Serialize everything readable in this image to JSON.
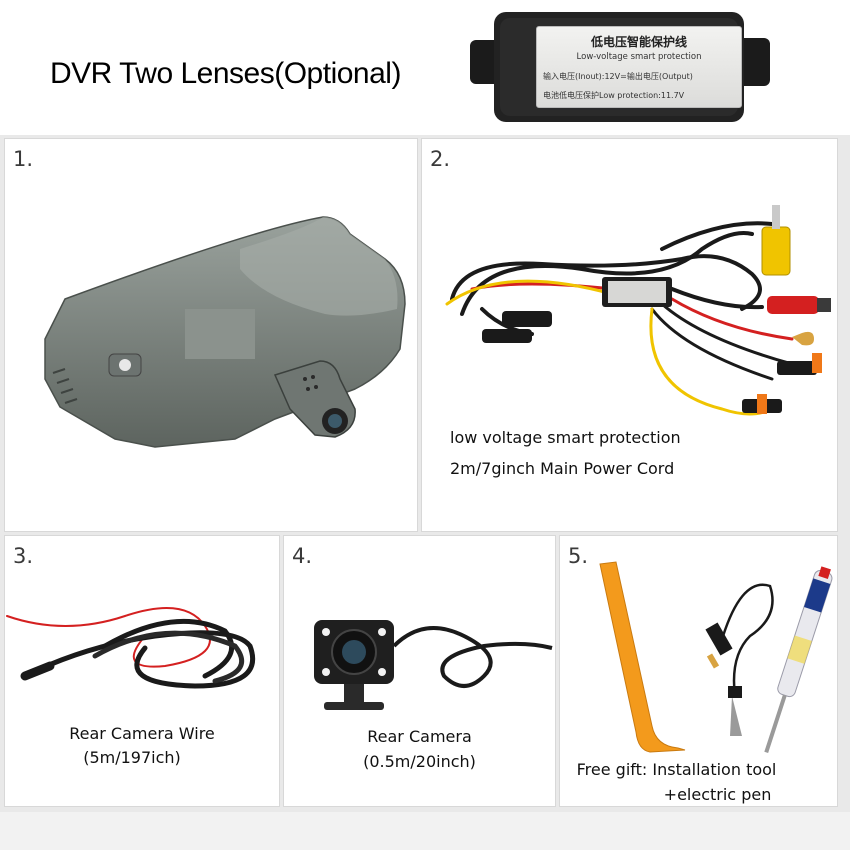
{
  "header": {
    "title": "DVR Two Lenses(Optional)"
  },
  "module_label": {
    "line1": "低电压智能保护线",
    "line2": "Low-voltage smart protection",
    "line3": "输入电压(Inout):12V=输出电压(Output)",
    "line4": "电池低电压保护Low protection:11.7V"
  },
  "panels": [
    {
      "number": "1."
    },
    {
      "number": "2.",
      "caption_line1": "low voltage smart protection",
      "caption_line2": "2m/7ginch Main Power Cord"
    },
    {
      "number": "3.",
      "caption_line1": "Rear Camera Wire",
      "caption_line2": "(5m/197ich)"
    },
    {
      "number": "4.",
      "caption_line1": "Rear Camera",
      "caption_line2": "(0.5m/20inch)"
    },
    {
      "number": "5.",
      "caption_line1": "Free gift: Installation tool",
      "caption_line2": "+electric pen"
    }
  ],
  "colors": {
    "dvr_body": "#7d8580",
    "wire_black": "#1a1a1a",
    "wire_red": "#d42020",
    "wire_yellow": "#f0c400",
    "pry_tool": "#f39a1c"
  }
}
